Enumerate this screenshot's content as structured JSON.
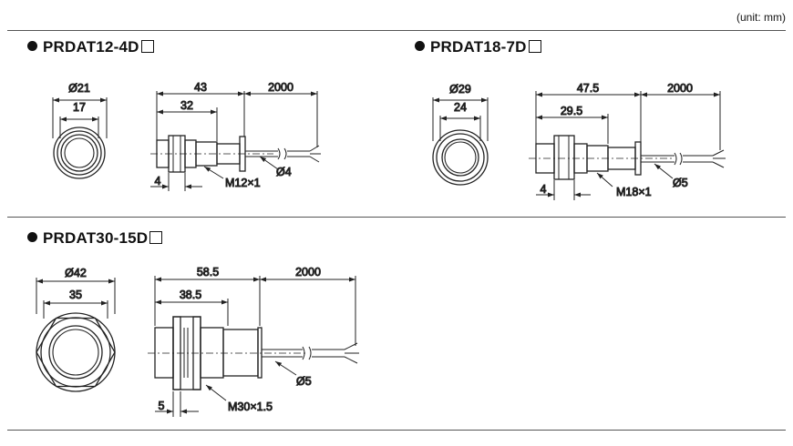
{
  "unit_note": "(unit: mm)",
  "models": [
    {
      "name": "PRDAT12-4D",
      "face_outer": "Ø21",
      "face_inner": "17",
      "total": "43",
      "body": "32",
      "cable": "2000",
      "nut": "4",
      "thread": "M12×1",
      "cable_dia": "Ø4"
    },
    {
      "name": "PRDAT18-7D",
      "face_outer": "Ø29",
      "face_inner": "24",
      "total": "47.5",
      "body": "29.5",
      "cable": "2000",
      "nut": "4",
      "thread": "M18×1",
      "cable_dia": "Ø5"
    },
    {
      "name": "PRDAT30-15D",
      "face_outer": "Ø42",
      "face_inner": "35",
      "total": "58.5",
      "body": "38.5",
      "cable": "2000",
      "nut": "5",
      "thread": "M30×1.5",
      "cable_dia": "Ø5"
    }
  ]
}
